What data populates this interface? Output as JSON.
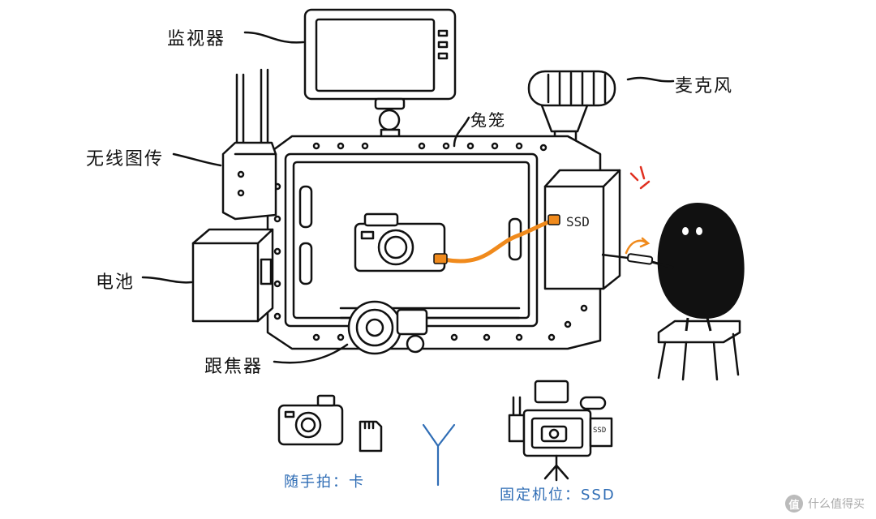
{
  "labels": {
    "monitor": "监视器",
    "microphone": "麦克风",
    "cage": "兔笼",
    "wireless_transmitter": "无线图传",
    "battery": "电池",
    "follow_focus": "跟焦器",
    "ssd": "SSD"
  },
  "captions": {
    "handheld": "随手拍：卡",
    "fixed": "固定机位：SSD",
    "mini_ssd": "SSD"
  },
  "watermark": {
    "logo": "值",
    "text": "什么值得买"
  },
  "colors": {
    "ink": "#111111",
    "caption_blue": "#2f6db5",
    "cable_orange": "#f08a1c",
    "accent_red": "#e03020"
  }
}
